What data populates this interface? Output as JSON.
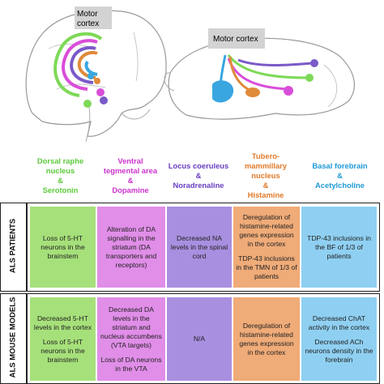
{
  "brain_labels": {
    "human_motor": [
      "Motor",
      "cortex"
    ],
    "mouse_motor": "Motor cortex"
  },
  "colors": {
    "serotonin": "#7ed957",
    "dopamine": "#d94ed9",
    "noradrenaline": "#7a5ac8",
    "histamine": "#e08a3c",
    "acetylcholine": "#3aa6e0",
    "serotonin_fill": "#a6e07a",
    "dopamine_fill": "#e08ee8",
    "noradrenaline_fill": "#a98fe0",
    "histamine_fill": "#efab78",
    "acetylcholine_fill": "#8fd0f2",
    "motor_cortex": "#d3d3d3"
  },
  "columns": [
    {
      "lines": [
        "Dorsal raphe",
        "nucleus",
        "&",
        "Serotonin"
      ],
      "color": "#5cc93a"
    },
    {
      "lines": [
        "Ventral",
        "tegmental area",
        "&",
        "Dopamine"
      ],
      "color": "#cc33cc"
    },
    {
      "lines": [
        "Locus coeruleus",
        "&",
        "Noradrenaline"
      ],
      "color": "#6a3fc2"
    },
    {
      "lines": [
        "Tubero-",
        "mammillary",
        "nucleus",
        "&",
        "Histamine"
      ],
      "color": "#e07a2a"
    },
    {
      "lines": [
        "Basal forebrain",
        "&",
        "Acetylcholine"
      ],
      "color": "#1f9ad6"
    }
  ],
  "rows": [
    {
      "label": "ALS PATIENTS",
      "cells": [
        [
          "Loss of 5-HT neurons in the brainstem"
        ],
        [
          "Alteration of DA signalling in the striatum (DA transporters and receptors)"
        ],
        [
          "Decreased NA levels in the spinal cord"
        ],
        [
          "Deregulation of histamine-related genes expression in the cortex",
          "TDP-43 inclusions in the TMN of 1/3 of patients"
        ],
        [
          "TDP-43 inclusions in the BF of 1/3 of patients"
        ]
      ]
    },
    {
      "label": "ALS MOUSE MODELS",
      "cells": [
        [
          "Decreased 5-HT levels in the cortex",
          "Loss of 5-HT neurons in the brainstem"
        ],
        [
          "Decreased DA levels in the striatum and nucleus accumbens (VTA targets)",
          "Loss of DA neurons in the VTA"
        ],
        [
          "N/A"
        ],
        [
          "Deregulation of histamine-related genes expression in the cortex"
        ],
        [
          "Decreased ChAT activity in the cortex",
          "Decreased ACh neurons density in the forebrain"
        ]
      ]
    }
  ]
}
